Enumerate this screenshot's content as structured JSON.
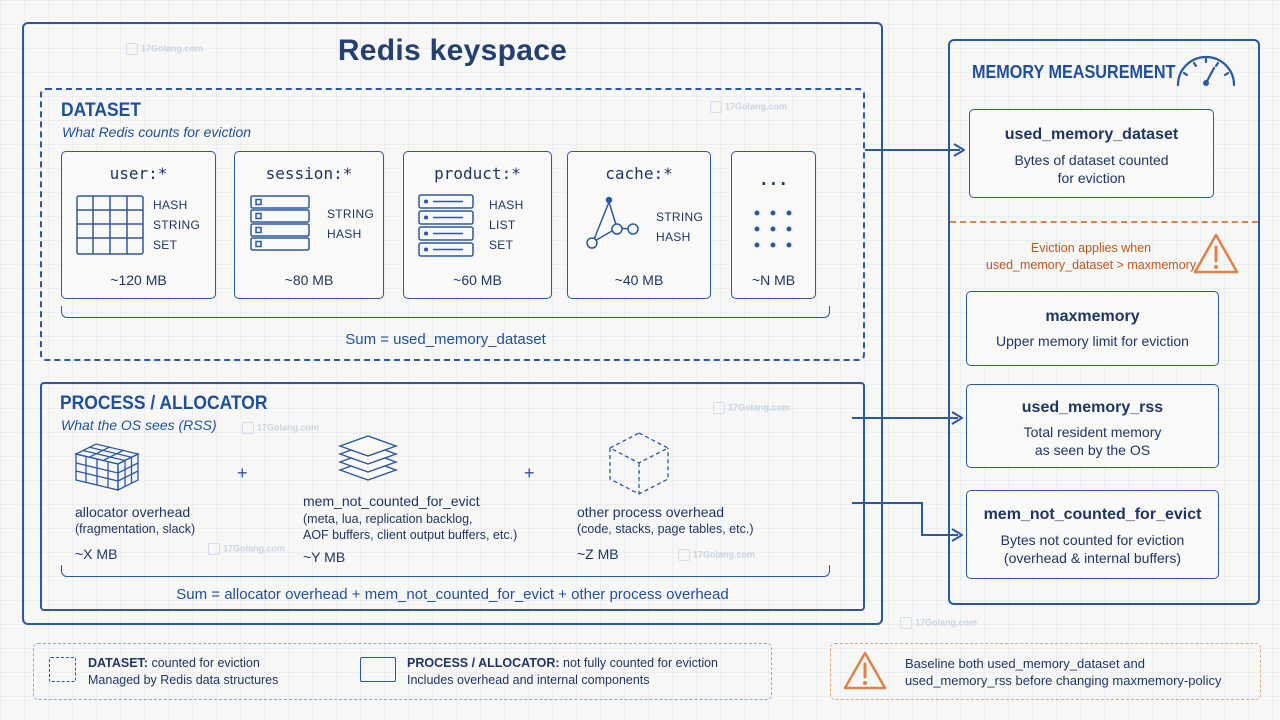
{
  "title": "Redis keyspace",
  "watermark": "17Golang.com",
  "dataset": {
    "title": "DATASET",
    "subtitle": "What Redis counts for eviction",
    "cards": [
      {
        "name": "user:*",
        "types": [
          "HASH",
          "STRING",
          "SET"
        ],
        "size": "~120 MB"
      },
      {
        "name": "session:*",
        "types": [
          "STRING",
          "HASH"
        ],
        "size": "~80 MB"
      },
      {
        "name": "product:*",
        "types": [
          "HASH",
          "LIST",
          "SET"
        ],
        "size": "~60 MB"
      },
      {
        "name": "cache:*",
        "types": [
          "STRING",
          "HASH"
        ],
        "size": "~40 MB"
      },
      {
        "name": "...",
        "types": [],
        "size": "~N MB"
      }
    ],
    "sum": "Sum = used_memory_dataset"
  },
  "process": {
    "title": "PROCESS / ALLOCATOR",
    "subtitle": "What the OS sees (RSS)",
    "plus": "+",
    "components": [
      {
        "title": "allocator overhead",
        "desc": "(fragmentation, slack)",
        "size": "~X MB"
      },
      {
        "title": "mem_not_counted_for_evict",
        "desc": "(meta, lua, replication backlog, AOF buffers, client output buffers, etc.)",
        "desc_lines": [
          "(meta, lua, replication backlog,",
          "AOF buffers, client output buffers, etc.)"
        ],
        "size": "~Y MB"
      },
      {
        "title": "other process overhead",
        "desc": "(code, stacks, page tables, etc.)",
        "size": "~Z MB"
      }
    ],
    "sum": "Sum = allocator overhead + mem_not_counted_for_evict + other process overhead"
  },
  "measurement": {
    "title": "MEMORY MEASUREMENT",
    "cards": [
      {
        "title": "used_memory_dataset",
        "desc_lines": [
          "Bytes of dataset counted",
          "for eviction"
        ]
      },
      {
        "title": "maxmemory",
        "desc_lines": [
          "Upper memory limit for eviction"
        ]
      },
      {
        "title": "used_memory_rss",
        "desc_lines": [
          "Total resident memory",
          "as seen by the OS"
        ]
      },
      {
        "title": "mem_not_counted_for_evict",
        "desc_lines": [
          "Bytes not counted for eviction",
          "(overhead & internal buffers)"
        ]
      }
    ],
    "eviction_note_lines": [
      "Eviction applies when",
      "used_memory_dataset > maxmemory"
    ]
  },
  "legend": {
    "dataset_label": "DATASET:",
    "dataset_text": "counted for eviction",
    "dataset_sub": "Managed by Redis data structures",
    "process_label": "PROCESS / ALLOCATOR:",
    "process_text": "not fully counted for eviction",
    "process_sub": "Includes overhead and internal components"
  },
  "baseline_lines": [
    "Baseline both used_memory_dataset and",
    "used_memory_rss before changing maxmemory-policy"
  ],
  "colors": {
    "primary": "#2c57a3",
    "text": "#1f3566",
    "warning": "#e0814a",
    "warning_text": "#c2561c"
  }
}
